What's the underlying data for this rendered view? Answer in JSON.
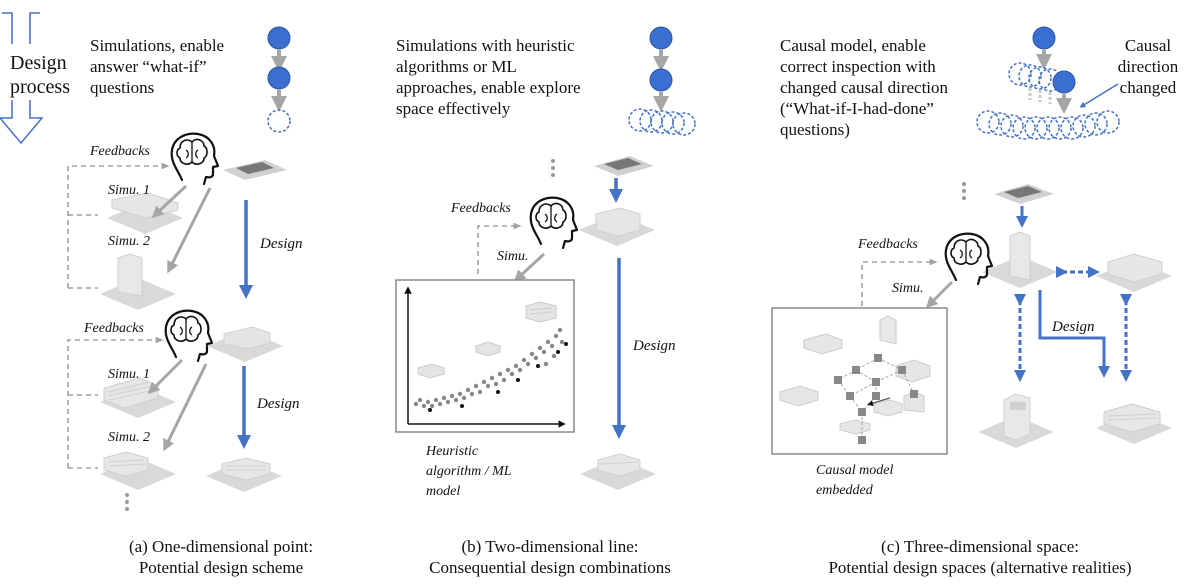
{
  "process_label": "Design\nprocess",
  "panel_a": {
    "description": "Simulations, enable\nanswer “what-if”\nquestions",
    "feedbacks_1": "Feedbacks",
    "feedbacks_2": "Feedbacks",
    "simu_1a": "Simu. 1",
    "simu_2a": "Simu. 2",
    "simu_1b": "Simu. 1",
    "simu_2b": "Simu. 2",
    "design_1": "Design",
    "design_2": "Design",
    "caption": "(a) One-dimensional point:\nPotential design scheme"
  },
  "panel_b": {
    "description": "Simulations with heuristic\nalgorithms or ML\napproaches, enable explore\nspace effectively",
    "feedbacks": "Feedbacks",
    "simu": "Simu.",
    "design": "Design",
    "inset_label": "Heuristic\nalgorithm / ML\nmodel",
    "caption": "(b) Two-dimensional line:\nConsequential design combinations"
  },
  "panel_c": {
    "description": "Causal model, enable\ncorrect inspection with\nchanged causal direction\n(“What-if-I-had-done”\nquestions)",
    "causal_note": "Causal\ndirection\nchanged",
    "feedbacks": "Feedbacks",
    "simu": "Simu.",
    "design": "Design",
    "inset_label": "Causal model\nembedded",
    "caption": "(c) Three-dimensional space:\nPotential design spaces (alternative realities)"
  },
  "colors": {
    "accent_blue": "#4472c4",
    "node_blue": "#3a6fd0",
    "gray_arrow": "#a6a6a6",
    "dashed_gray": "#a0a0a0",
    "block_gray": "#d9d9d9"
  }
}
